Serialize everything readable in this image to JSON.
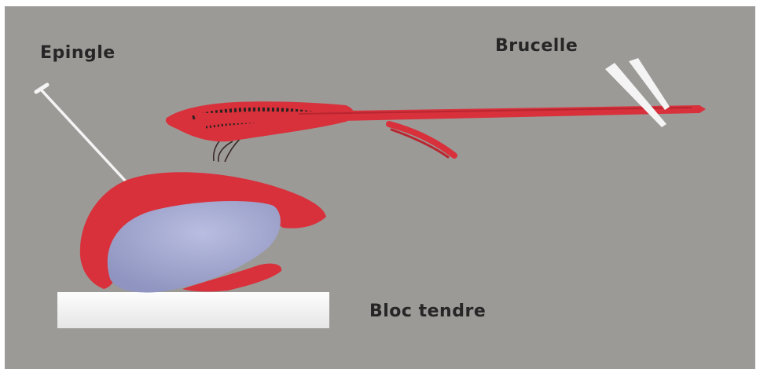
{
  "labels": {
    "pin": "Epingle",
    "tweezers": "Brucelle",
    "soft_block": "Bloc tendre"
  },
  "colors": {
    "background": "#9c9a97",
    "label_text": "#262626",
    "tissue_red": "#d8313b",
    "tissue_dark_red": "#b82630",
    "organ_blue": "#a4a9cf",
    "block_white": "#f7f7f7",
    "instrument_white": "#f4f4f4"
  }
}
